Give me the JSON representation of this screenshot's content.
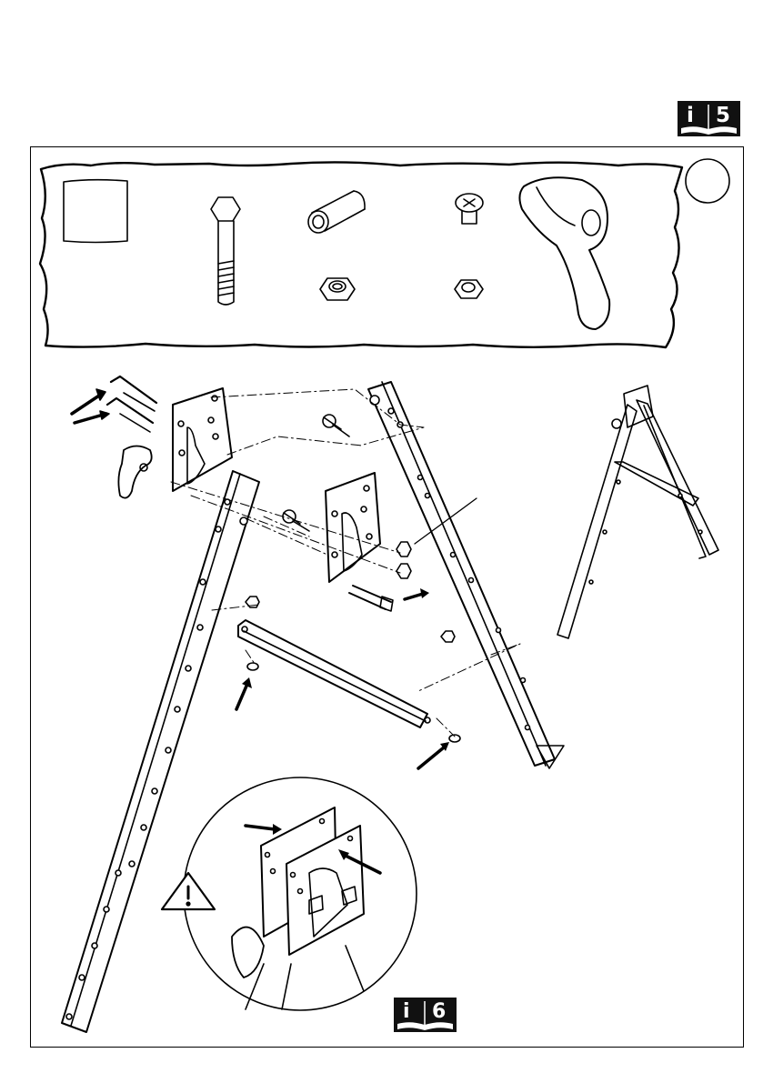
{
  "badges": {
    "top": {
      "letter": "i",
      "number": "5"
    },
    "bottom": {
      "letter": "i",
      "number": "6"
    }
  },
  "icons": {
    "info_book": "book-info-icon",
    "warning": "warning-triangle-icon",
    "step_circle": "empty-circle-icon"
  },
  "parts_tray": {
    "items": [
      "bolt",
      "spacer-tube",
      "hex-nut-large",
      "phillips-screw",
      "hex-nut-small",
      "clamp-lever"
    ]
  },
  "colors": {
    "ink": "#000000",
    "paper": "#ffffff",
    "badge": "#111111"
  }
}
